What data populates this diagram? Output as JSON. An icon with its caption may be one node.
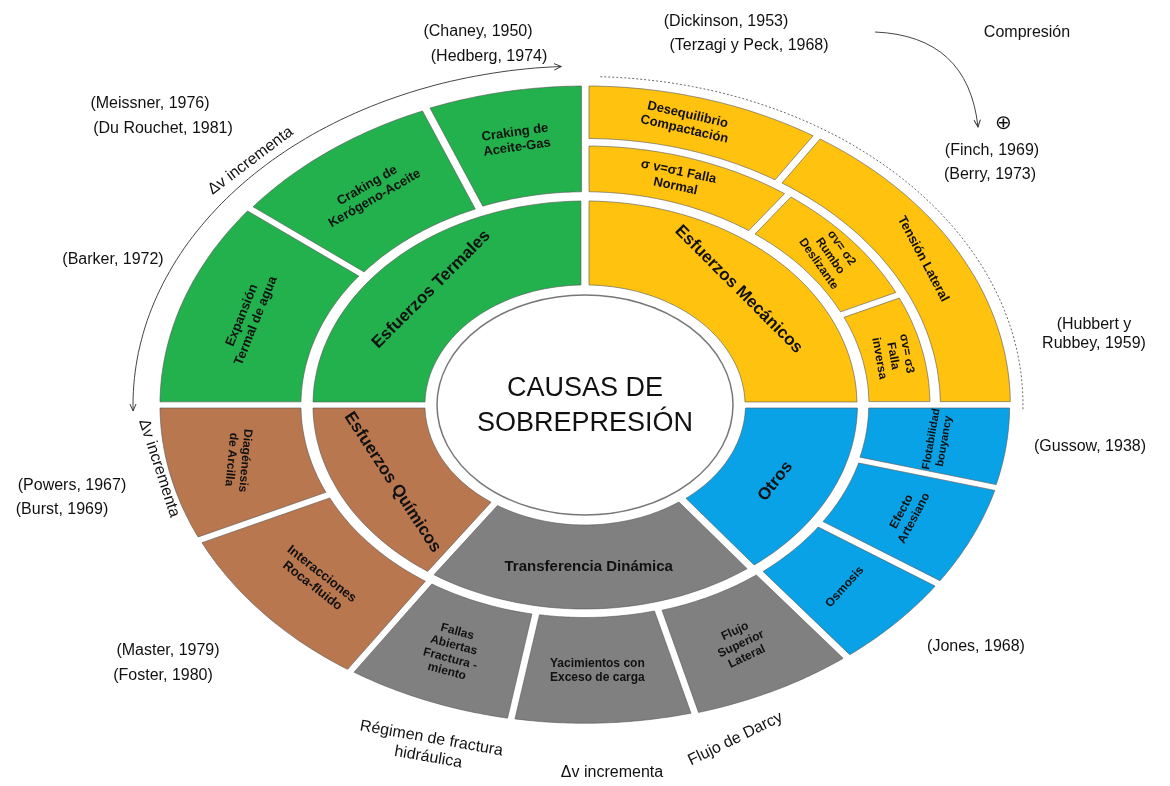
{
  "diagram": {
    "nodes": [
      {
        "text": [
          "CAUSAS DE SOBREPRESIÓN"
        ]
      },
      {
        "text": [
          "Esfuerzos Termales"
        ]
      },
      {
        "text": [
          "Expansión Termal de agua"
        ]
      },
      {
        "text": [
          "Craking de Kerógeno-Aceite"
        ]
      },
      {
        "text": [
          "Craking de Aceite-Gas"
        ]
      },
      {
        "text": [
          "Esfuerzos Mecánicos"
        ]
      },
      {
        "text": [
          "Desequilibrio Compactación"
        ]
      },
      {
        "text": [
          "σ v=σ1 Falla Normal"
        ]
      },
      {
        "text": [
          "σv= σ2 Rumbo Deslizante"
        ]
      },
      {
        "text": [
          "σv= σ3 Falla inversa"
        ]
      },
      {
        "text": [
          "Tensión Lateral"
        ]
      },
      {
        "text": [
          "Esfuerzos Químicos"
        ]
      },
      {
        "text": [
          "Diagénesis de Arcilla"
        ]
      },
      {
        "text": [
          "Interacciones Roca-fluido"
        ]
      },
      {
        "text": [
          "Transferencia Dinámica"
        ]
      },
      {
        "text": [
          "Fallas Abiertas Fractura -miento"
        ]
      },
      {
        "text": [
          "Yacimientos con Exceso de carga"
        ]
      },
      {
        "text": [
          "Flujo Superior Lateral"
        ]
      },
      {
        "text": [
          "Otros"
        ]
      },
      {
        "text": [
          "Flotabilidad bouyancy"
        ]
      },
      {
        "text": [
          "Efecto Artesiano"
        ]
      },
      {
        "text": [
          "Osmosis"
        ]
      }
    ],
    "labels": [
      "(Chaney, 1950)",
      "(Hedberg, 1974)",
      "(Dickinson, 1953)",
      "(Terzagi y Peck, 1968)",
      "Compresión",
      "(Meissner, 1976)",
      "(Du Rouchet, 1981)",
      "Δv incrementa",
      "⊕",
      "(Finch, 1969)",
      "(Berry, 1973)",
      "(Barker, 1972)",
      "(Hubbert y Rubbey, 1959)",
      "(Gussow, 1938)",
      "Δv incrementa",
      "(Powers, 1967)",
      "(Burst, 1969)",
      "(Master, 1979)",
      "(Foster, 1980)",
      "(Jones, 1968)",
      "Régimen de fractura hidráulica",
      "Flujo de Darcy",
      "Δv incrementa"
    ]
  }
}
